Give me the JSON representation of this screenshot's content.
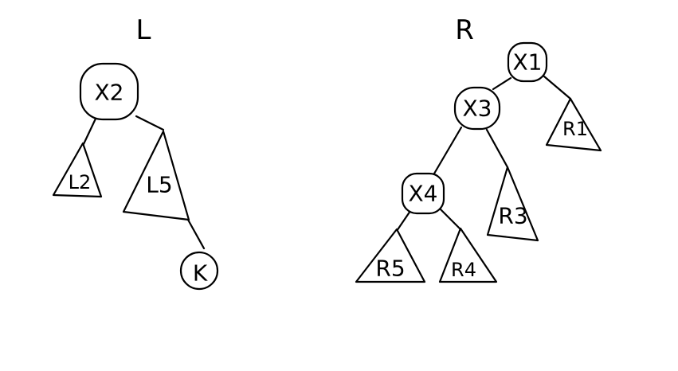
{
  "titles": {
    "left": "L",
    "right": "R"
  },
  "left_tree": {
    "root": "X2",
    "left_subtree": "L2",
    "right_subtree": "L5",
    "child": "K"
  },
  "right_tree": {
    "root": "X1",
    "inner_node": "X3",
    "lower_node": "X4",
    "subtree_r1": "R1",
    "subtree_r3": "R3",
    "subtree_r5": "R5",
    "subtree_r4": "R4"
  }
}
